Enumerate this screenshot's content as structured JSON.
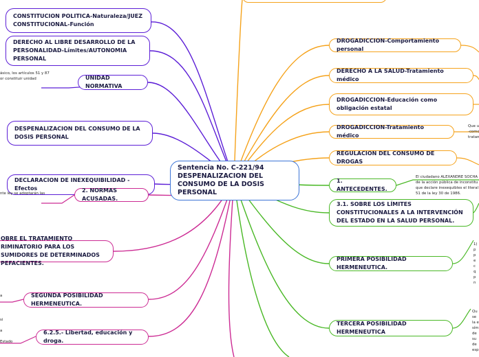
{
  "center": {
    "label": "Sentencia No. C-221/94 DESPENALIZACION DEL CONSUMO DE LA DOSIS PERSONAL"
  },
  "left_nodes": [
    {
      "label": "CONSTITUCION POLITICA-Naturaleza/JUEZ CONSTITUCIONAL-Función"
    },
    {
      "label": "DERECHO AL LIBRE DESARROLLO DE LA PERSONALIDAD-Límites/AUTONOMIA PERSONAL"
    },
    {
      "label": "UNIDAD NORMATIVA"
    },
    {
      "label": "DESPENALIZACION DEL CONSUMO DE LA DOSIS PERSONAL"
    },
    {
      "label": "DECLARACION DE INEXEQUIBILIDAD - Efectos"
    },
    {
      "label": "2. NORMAS ACUSADAS."
    },
    {
      "label": "OBRE EL TRATAMIENTO RIMINATORIO PARA LOS SUMIDORES DE DETERMINADOS PEFACIENTES."
    },
    {
      "label": "SEGUNDA POSIBILIDAD HERMENEUTICA."
    },
    {
      "label": "6.2.5.- Libertad, educación y droga."
    }
  ],
  "right_nodes": [
    {
      "label": "DROGADICCION-Comportamiento personal"
    },
    {
      "label": "DERECHO A LA SALUD-Tratamiento médico"
    },
    {
      "label": "DROGADICCION-Educación como obligación estatal"
    },
    {
      "label": "DROGADICCION-Tratamiento médico"
    },
    {
      "label": "REGULACION DEL CONSUMO DE DROGAS"
    },
    {
      "label": "1. ANTECEDENTES."
    },
    {
      "label": "3.1. SOBRE LOS LÍMITES CONSTITUCIONALES A LA INTERVENCIÓN DEL ESTADO EN LA SALUD PERSONAL."
    },
    {
      "label": "PRIMERA POSIBILIDAD HERMENEUTICA."
    },
    {
      "label": "TERCERA POSIBILIDAD HERMENEUTICA"
    }
  ],
  "snippets": [
    "ásico, los artículos 51 y 87\nor constituir unidad",
    "nte ley se adoptarán las",
    "a",
    "si\n\na\n\nEstado",
    "Que u\n-como\ntratam",
    "El ciudadano ALEXANDRE SOCHA\nde la acción pública de inconstitu\nque declare inexequibles el literal\n51 de la ley 30 de 1986.",
    "1)\np\np\ne\nc\nq\np\nn",
    "Qu\nse\nla e\nsím\nde\nsu\nde\nesp"
  ]
}
